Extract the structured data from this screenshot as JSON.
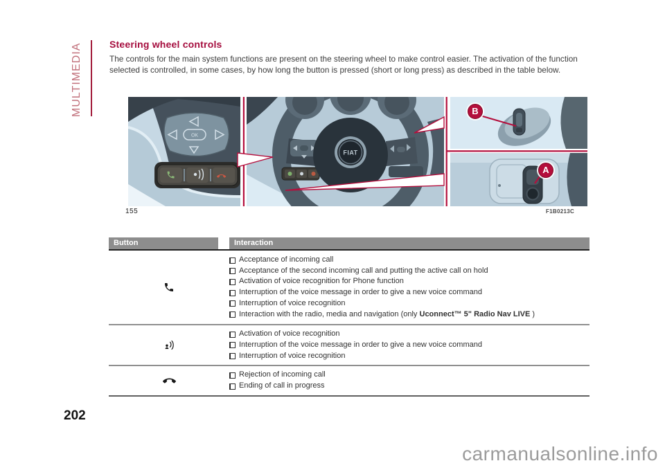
{
  "page": {
    "number": "202",
    "watermark": "carmanualsonline.info"
  },
  "sidebar": {
    "section_label": "MULTIMEDIA"
  },
  "article": {
    "title": "Steering wheel controls",
    "intro": "The controls for the main system functions are present on the steering wheel to make control easier. The activation of the function selected is controlled, in some cases, by how long the button is pressed (short or long press) as described in the table below."
  },
  "figure": {
    "number": "155",
    "code": "F1B0213C",
    "logo_text": "FIAT",
    "ok_label": "OK",
    "callouts": [
      {
        "label": "B"
      },
      {
        "label": "A"
      }
    ]
  },
  "table": {
    "headers": [
      "Button",
      "Interaction"
    ],
    "rows": [
      {
        "icon": "phone-receiver-icon",
        "items": [
          {
            "segments": [
              {
                "text": "Acceptance of incoming call"
              }
            ]
          },
          {
            "segments": [
              {
                "text": "Acceptance of the second incoming call and putting the active call on hold"
              }
            ]
          },
          {
            "segments": [
              {
                "text": "Activation of voice recognition for Phone function"
              }
            ]
          },
          {
            "segments": [
              {
                "text": "Interruption of the voice message in order to give a new voice command"
              }
            ]
          },
          {
            "segments": [
              {
                "text": "Interruption of voice recognition"
              }
            ]
          },
          {
            "segments": [
              {
                "text": "Interaction with the radio, media and navigation (only "
              },
              {
                "text": "Uconnect™ 5\" Radio Nav LIVE",
                "bold": true
              },
              {
                "text": " )"
              }
            ]
          }
        ]
      },
      {
        "icon": "voice-recognition-icon",
        "items": [
          {
            "segments": [
              {
                "text": "Activation of voice recognition"
              }
            ]
          },
          {
            "segments": [
              {
                "text": "Interruption of the voice message in order to give a new voice command"
              }
            ]
          },
          {
            "segments": [
              {
                "text": "Interruption of voice recognition"
              }
            ]
          }
        ]
      },
      {
        "icon": "phone-hang-up-icon",
        "items": [
          {
            "segments": [
              {
                "text": "Rejection of incoming call"
              }
            ]
          },
          {
            "segments": [
              {
                "text": "Ending of call in progress"
              }
            ]
          }
        ]
      }
    ]
  },
  "colors": {
    "accent_red": "#a50d3e",
    "callout_red": "#b40e3c",
    "sidebar_text": "#c1707b",
    "table_header_bg": "#8d8d8d",
    "table_header_text": "#ffffff",
    "watermark_gray": "#9b9b9b"
  }
}
